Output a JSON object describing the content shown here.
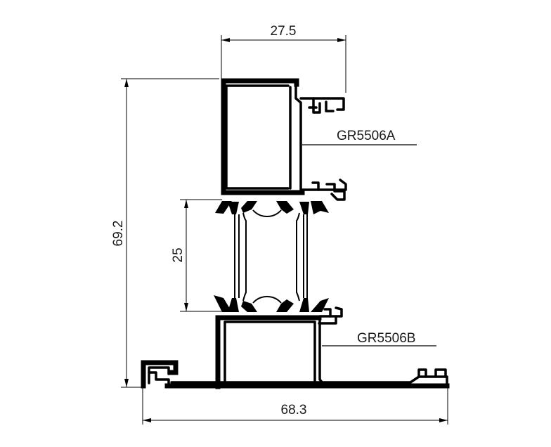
{
  "dimensions": {
    "top_width": "27.5",
    "overall_height": "69.2",
    "gap_height": "25",
    "bottom_width": "68.3"
  },
  "labels": {
    "upper_profile": "GR5506A",
    "lower_profile": "GR5506B"
  },
  "colors": {
    "line": "#000000",
    "background": "#ffffff"
  }
}
